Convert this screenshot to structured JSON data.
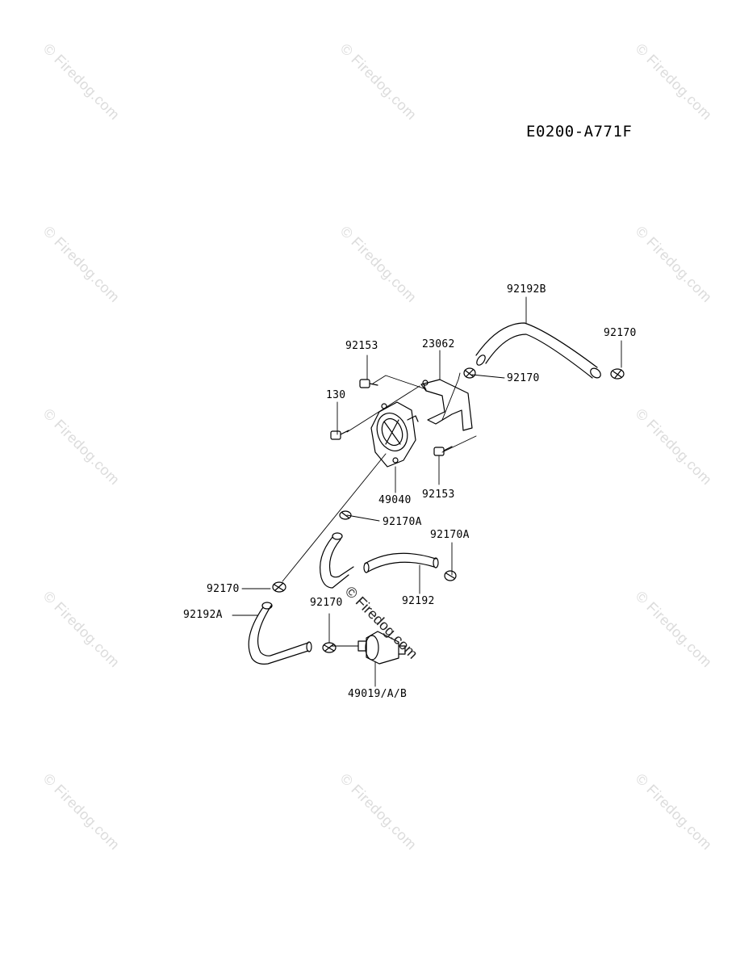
{
  "diagram_code": "E0200-A771F",
  "watermark_text": "© Firedog.com",
  "center_watermark_text": "© Firedog.com",
  "parts": {
    "hose_top": "92192B",
    "clamp_top_right": "92170",
    "bolt_top": "92153",
    "bracket": "23062",
    "clamp_bracket": "92170",
    "bolt_small": "130",
    "bolt_lower": "92153",
    "fuel_pump": "49040",
    "clamp_a_mid": "92170A",
    "clamp_a_right": "92170A",
    "clamp_left": "92170",
    "hose_mid": "92192",
    "hose_a": "92192A",
    "clamp_filter": "92170",
    "fuel_filter": "49019/A/B"
  },
  "colors": {
    "line": "#000000",
    "watermark": "#dcdcdc"
  }
}
